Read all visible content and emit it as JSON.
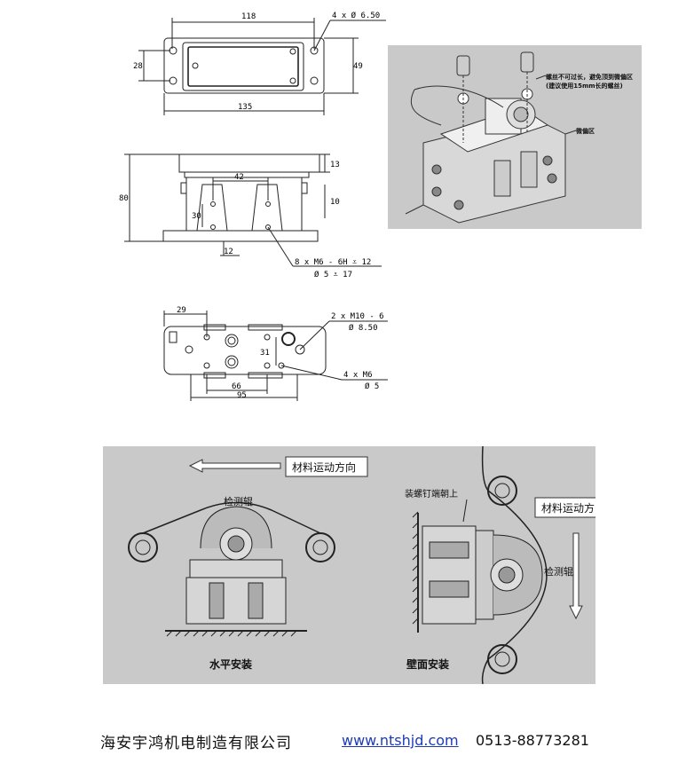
{
  "drawing_top": {
    "dim_width_inner": "118",
    "dim_width_outer": "135",
    "dim_height_left": "28",
    "dim_height_right": "49",
    "hole_note": "4 x Ø 6.50"
  },
  "drawing_side": {
    "dim_total_height": "80",
    "dim_top": "13",
    "dim_span": "42",
    "dim_inner": "10",
    "dim_vertical": "30",
    "dim_bottom": "12",
    "thread_note_1": "8 x  M6 - 6H ⩡ 12",
    "thread_note_2": "Ø 5 ⩡ 17"
  },
  "drawing_bottom": {
    "dim_left": "29",
    "dim_mid": "31",
    "dim_66": "66",
    "dim_95": "95",
    "note_m10_1": "2 x  M10 - 6",
    "note_m10_2": "Ø 8.50",
    "note_m6_1": "4 x  M6",
    "note_m6_2": "Ø 5"
  },
  "photo_right": {
    "note_screw": "螺丝不可过长，避免顶到微偏区",
    "note_screw_2": "(建议使用15mm长的螺丝)",
    "note_zone": "微偏区"
  },
  "install_diagram": {
    "direction_left": "材料运动方向",
    "direction_right": "材料运动方向",
    "roller_label_left": "检测辊",
    "roller_label_right": "检测辊",
    "screw_note": "装螺钉端朝上",
    "caption_horizontal": "水平安装",
    "caption_wall": "壁面安装"
  },
  "footer": {
    "company": "海安宇鸿机电制造有限公司",
    "url": "www.ntshjd.com",
    "phone": "0513-88773281"
  }
}
